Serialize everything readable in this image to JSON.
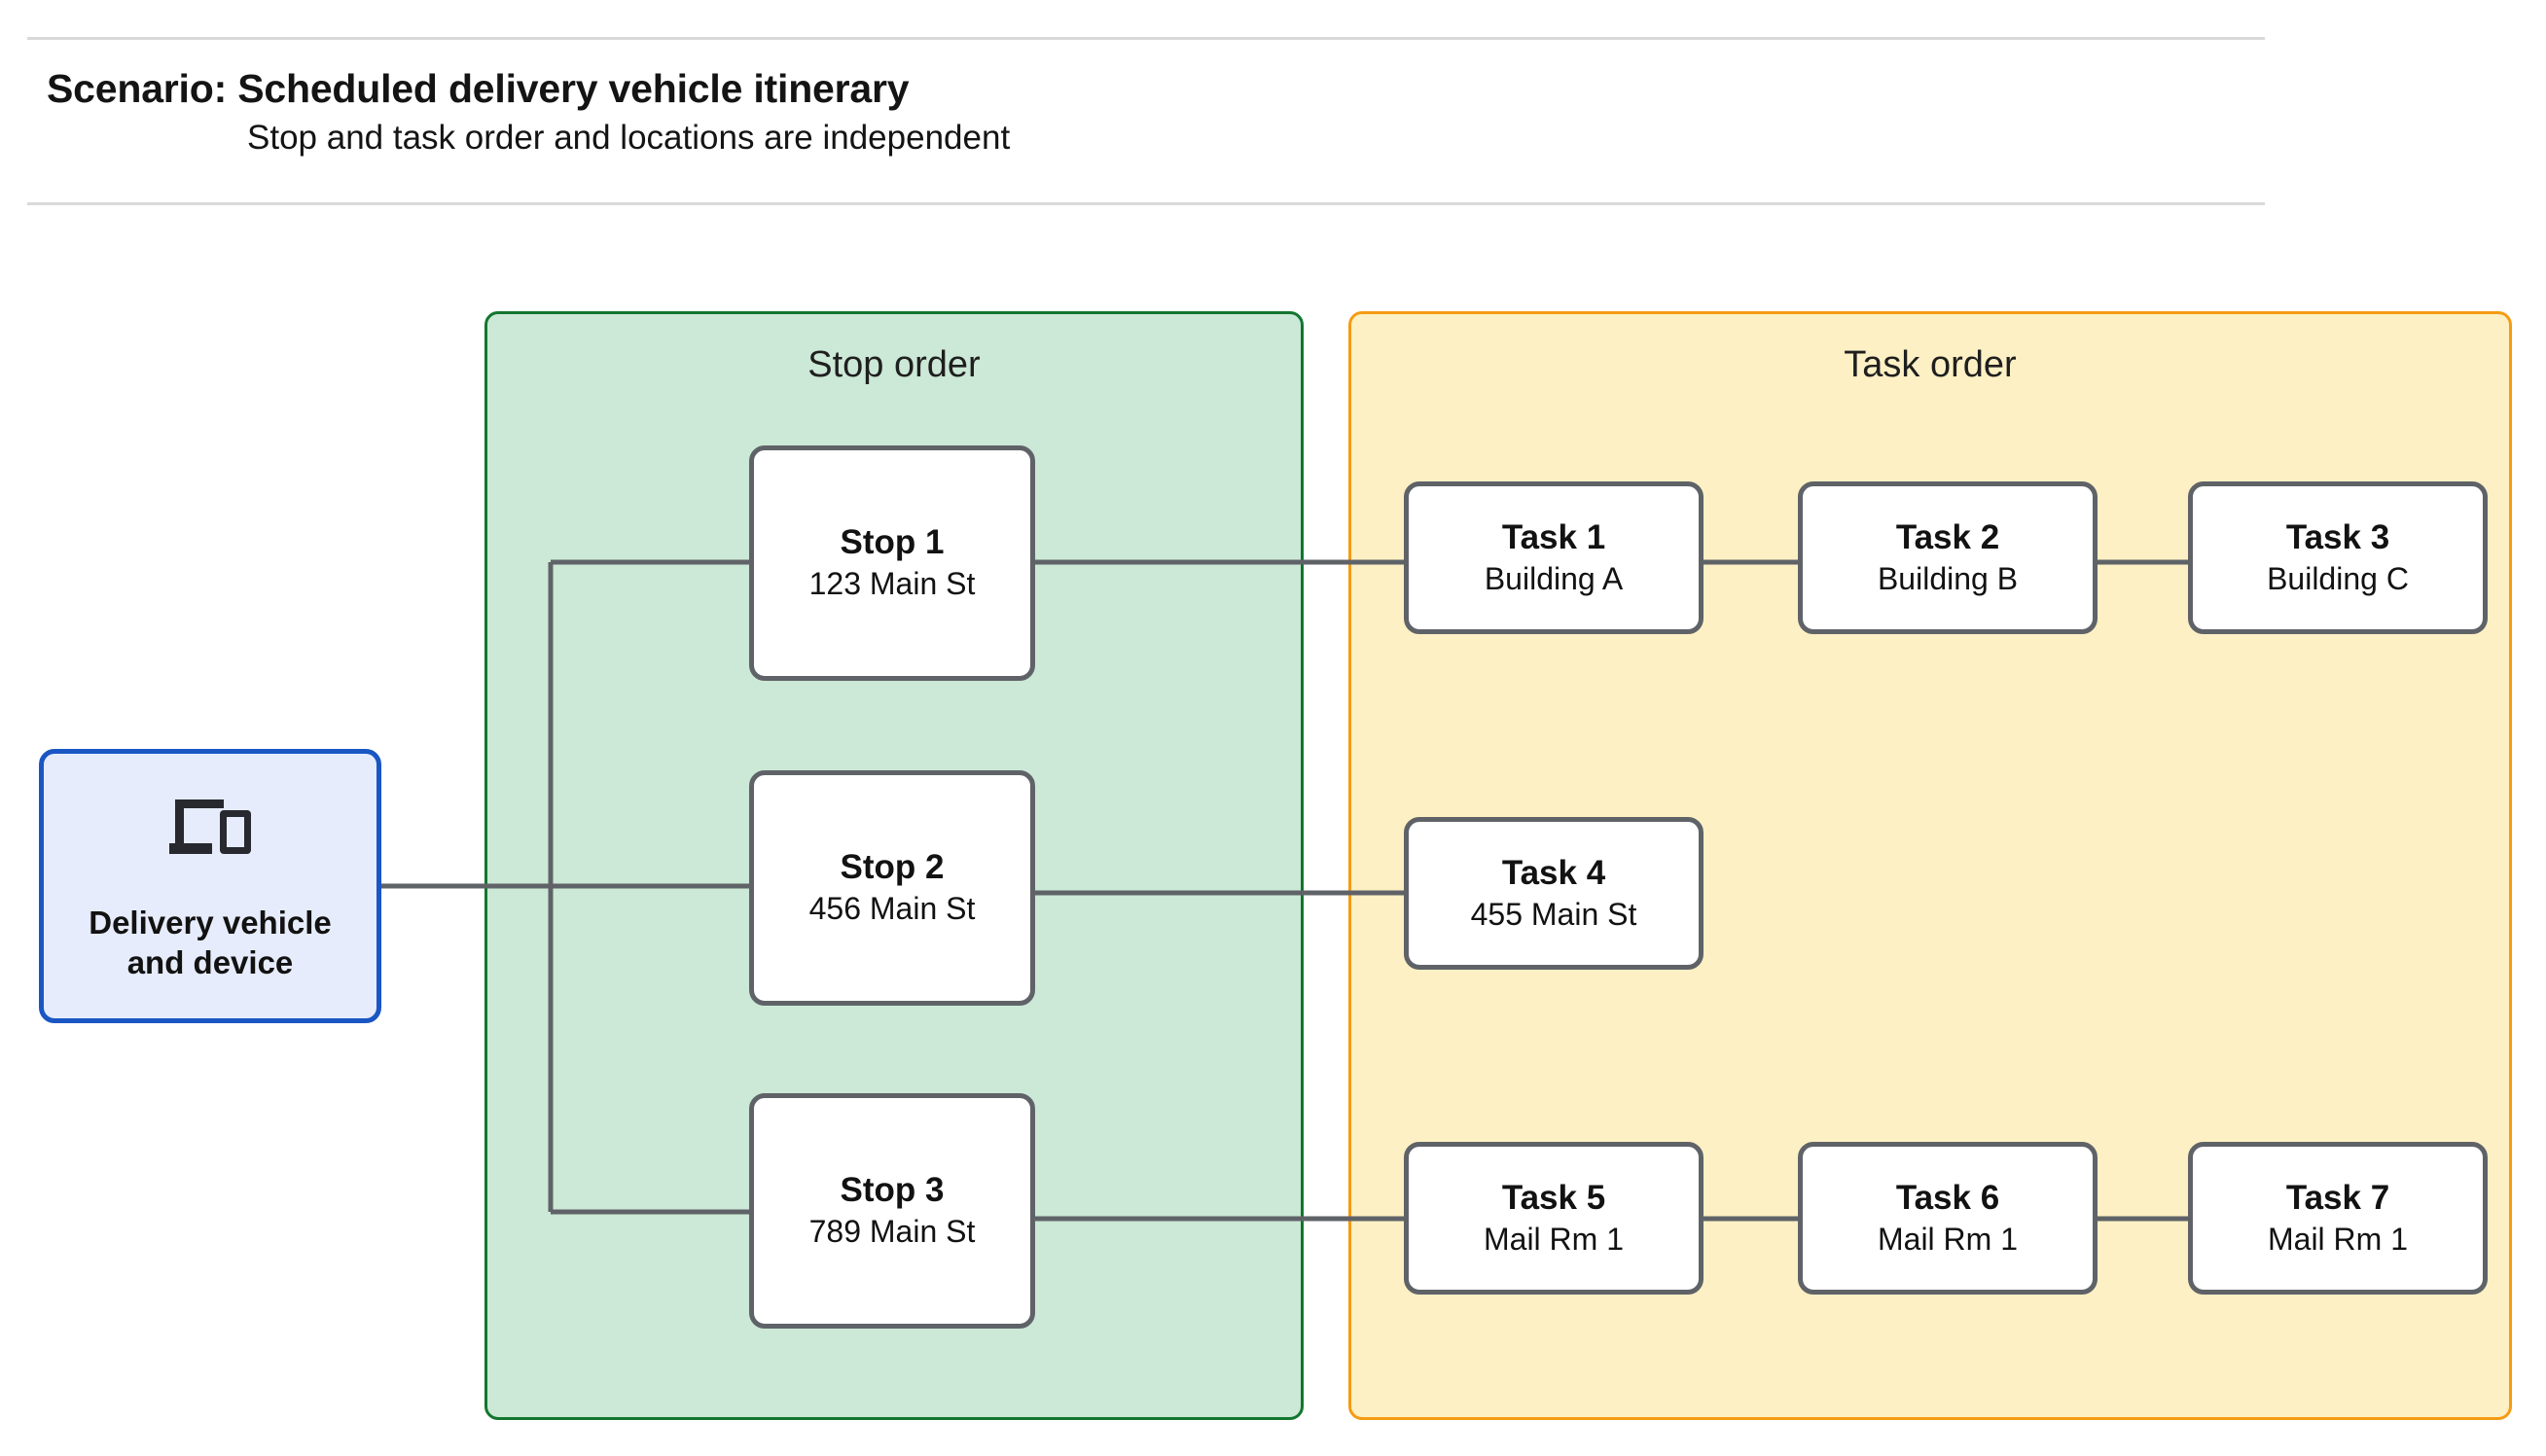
{
  "header": {
    "title": "Scenario: Scheduled delivery vehicle itinerary",
    "subtitle": "Stop and task order and locations are independent"
  },
  "colors": {
    "stop_group_fill": "#cce8d6",
    "stop_group_border": "#13762f",
    "task_group_fill": "#fdf0c4",
    "task_group_border": "#f59b14",
    "vehicle_fill": "#e6ecfb",
    "vehicle_border": "#1a56c4",
    "node_border": "#5f6368",
    "node_fill": "#ffffff",
    "connector": "#5f6368",
    "rule": "#d9d9d9"
  },
  "vehicle": {
    "icon": "devices-icon",
    "label": "Delivery vehicle\nand device",
    "label_line_1": "Delivery vehicle",
    "label_line_2": "and device"
  },
  "groups": {
    "stop_order": {
      "title": "Stop order"
    },
    "task_order": {
      "title": "Task order"
    }
  },
  "stops": [
    {
      "title": "Stop 1",
      "address": "123 Main St"
    },
    {
      "title": "Stop 2",
      "address": "456 Main St"
    },
    {
      "title": "Stop 3",
      "address": "789 Main St"
    }
  ],
  "tasks": [
    {
      "title": "Task 1",
      "location": "Building A",
      "row": 1
    },
    {
      "title": "Task 2",
      "location": "Building B",
      "row": 1
    },
    {
      "title": "Task 3",
      "location": "Building C",
      "row": 1
    },
    {
      "title": "Task 4",
      "location": "455 Main St",
      "row": 2
    },
    {
      "title": "Task 5",
      "location": "Mail Rm 1",
      "row": 3
    },
    {
      "title": "Task 6",
      "location": "Mail Rm 1",
      "row": 3
    },
    {
      "title": "Task 7",
      "location": "Mail Rm 1",
      "row": 3
    }
  ],
  "connections": [
    {
      "from": "vehicle",
      "to": "Stop 1"
    },
    {
      "from": "vehicle",
      "to": "Stop 2"
    },
    {
      "from": "vehicle",
      "to": "Stop 3"
    },
    {
      "from": "Stop 1",
      "to": "Task 1"
    },
    {
      "from": "Task 1",
      "to": "Task 2"
    },
    {
      "from": "Task 2",
      "to": "Task 3"
    },
    {
      "from": "Stop 2",
      "to": "Task 4"
    },
    {
      "from": "Stop 3",
      "to": "Task 5"
    },
    {
      "from": "Task 5",
      "to": "Task 6"
    },
    {
      "from": "Task 6",
      "to": "Task 7"
    }
  ]
}
